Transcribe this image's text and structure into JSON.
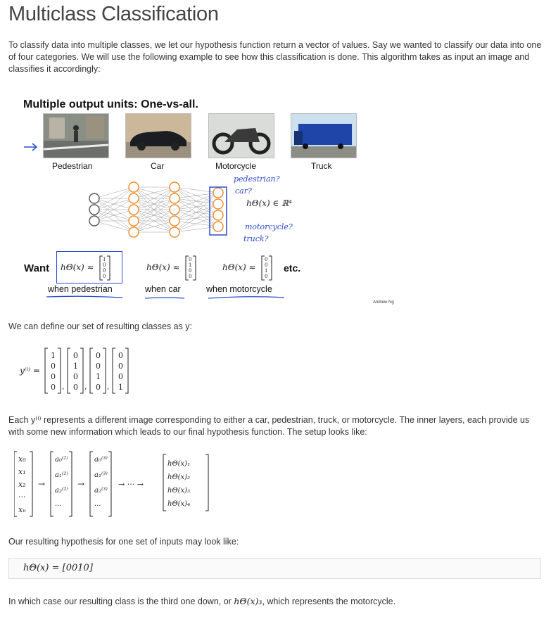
{
  "title": "Multiclass Classification",
  "intro": "To classify data into multiple classes, we let our hypothesis function return a vector of values. Say we wanted to classify our data into one of four categories. We will use the following example to see how this classification is done. This algorithm takes as input an image and classifies it accordingly:",
  "slide": {
    "title": "Multiple output units: One-vs-all.",
    "captions": [
      "Pedestrian",
      "Car",
      "Motorcycle",
      "Truck"
    ],
    "handwriting": [
      "pedestrian?",
      "car?",
      "motorcycle?",
      "truck?"
    ],
    "hx_label": "hΘ(x) ∈ ℝ⁴",
    "want": "Want",
    "etc": "etc.",
    "when_labels": [
      "when pedestrian",
      "when car",
      "when motorcycle"
    ],
    "credit": "Andrew Ng"
  },
  "define_text": "We can define our set of resulting classes as y:",
  "y_label": "y⁽ⁱ⁾ =",
  "y_vectors": [
    [
      "1",
      "0",
      "0",
      "0"
    ],
    [
      "0",
      "1",
      "0",
      "0"
    ],
    [
      "0",
      "0",
      "1",
      "0"
    ],
    [
      "0",
      "0",
      "0",
      "1"
    ]
  ],
  "each_text": "Each y⁽ⁱ⁾ represents a different image corresponding to either a car, pedestrian, truck, or motorcycle. The inner layers, each provide us with some new information which leads to our final hypothesis function. The setup looks like:",
  "setup": {
    "x_vec": [
      "x₀",
      "x₁",
      "x₂",
      "···",
      "xₙ"
    ],
    "a2_vec": [
      "a₀⁽²⁾",
      "a₁⁽²⁾",
      "a₂⁽²⁾",
      "···"
    ],
    "a3_vec": [
      "a₀⁽³⁾",
      "a₁⁽³⁾",
      "a₂⁽³⁾",
      "···"
    ],
    "dots": "→ ··· →",
    "h_vec": [
      "hΘ(x)₁",
      "hΘ(x)₂",
      "hΘ(x)₃",
      "hΘ(x)₄"
    ]
  },
  "result_text": "Our resulting hypothesis for one set of inputs may look like:",
  "result_formula": "hΘ(x) = [0010]",
  "final_text_a": "In which case our resulting class is the third one down, or ",
  "final_math": "hΘ(x)₃",
  "final_text_b": ", which represents the motorcycle."
}
